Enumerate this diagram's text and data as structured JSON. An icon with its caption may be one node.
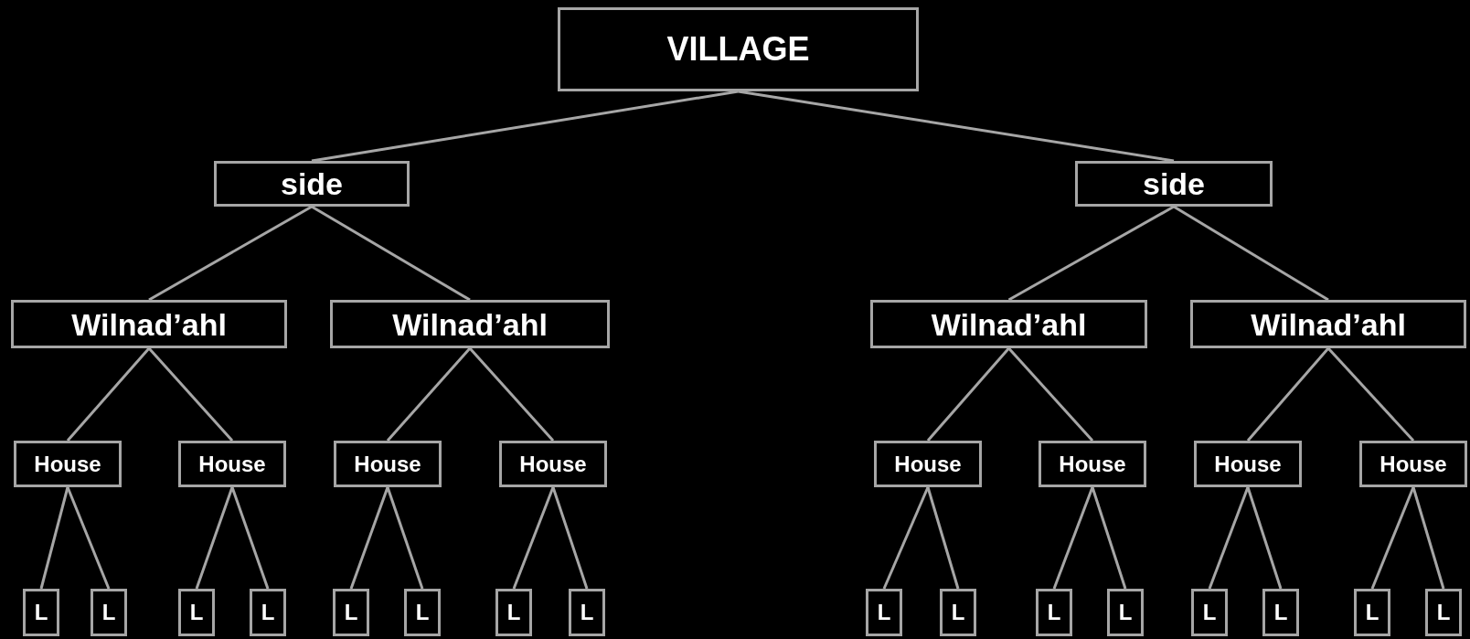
{
  "diagram": {
    "nodes": [
      {
        "text": [
          "VILLAGE"
        ]
      },
      {
        "text": [
          "side"
        ]
      },
      {
        "text": [
          "side"
        ]
      },
      {
        "text": [
          "Wilnad’ahl"
        ]
      },
      {
        "text": [
          "Wilnad’ahl"
        ]
      },
      {
        "text": [
          "Wilnad’ahl"
        ]
      },
      {
        "text": [
          "Wilnad’ahl"
        ]
      },
      {
        "text": [
          "House"
        ]
      },
      {
        "text": [
          "House"
        ]
      },
      {
        "text": [
          "House"
        ]
      },
      {
        "text": [
          "House"
        ]
      },
      {
        "text": [
          "House"
        ]
      },
      {
        "text": [
          "House"
        ]
      },
      {
        "text": [
          "House"
        ]
      },
      {
        "text": [
          "House"
        ]
      },
      {
        "text": [
          "L"
        ]
      },
      {
        "text": [
          "L"
        ]
      },
      {
        "text": [
          "L"
        ]
      },
      {
        "text": [
          "L"
        ]
      },
      {
        "text": [
          "L"
        ]
      },
      {
        "text": [
          "L"
        ]
      },
      {
        "text": [
          "L"
        ]
      },
      {
        "text": [
          "L"
        ]
      },
      {
        "text": [
          "L"
        ]
      },
      {
        "text": [
          "L"
        ]
      },
      {
        "text": [
          "L"
        ]
      },
      {
        "text": [
          "L"
        ]
      },
      {
        "text": [
          "L"
        ]
      },
      {
        "text": [
          "L"
        ]
      },
      {
        "text": [
          "L"
        ]
      },
      {
        "text": [
          "L"
        ]
      }
    ],
    "edges": [
      {
        "from": 0,
        "to": 1,
        "arrow": "none"
      },
      {
        "from": 0,
        "to": 2,
        "arrow": "none"
      },
      {
        "from": 1,
        "to": 3,
        "arrow": "none"
      },
      {
        "from": 1,
        "to": 4,
        "arrow": "none"
      },
      {
        "from": 2,
        "to": 5,
        "arrow": "none"
      },
      {
        "from": 2,
        "to": 6,
        "arrow": "none"
      },
      {
        "from": 3,
        "to": 7,
        "arrow": "none"
      },
      {
        "from": 3,
        "to": 8,
        "arrow": "none"
      },
      {
        "from": 4,
        "to": 9,
        "arrow": "none"
      },
      {
        "from": 4,
        "to": 10,
        "arrow": "none"
      },
      {
        "from": 5,
        "to": 11,
        "arrow": "none"
      },
      {
        "from": 5,
        "to": 12,
        "arrow": "none"
      },
      {
        "from": 6,
        "to": 13,
        "arrow": "none"
      },
      {
        "from": 6,
        "to": 14,
        "arrow": "none"
      },
      {
        "from": 7,
        "to": 15,
        "arrow": "none"
      },
      {
        "from": 7,
        "to": 16,
        "arrow": "none"
      },
      {
        "from": 8,
        "to": 17,
        "arrow": "none"
      },
      {
        "from": 8,
        "to": 18,
        "arrow": "none"
      },
      {
        "from": 9,
        "to": 19,
        "arrow": "none"
      },
      {
        "from": 9,
        "to": 20,
        "arrow": "none"
      },
      {
        "from": 10,
        "to": 21,
        "arrow": "none"
      },
      {
        "from": 10,
        "to": 22,
        "arrow": "none"
      },
      {
        "from": 11,
        "to": 23,
        "arrow": "none"
      },
      {
        "from": 11,
        "to": 24,
        "arrow": "none"
      },
      {
        "from": 12,
        "to": 25,
        "arrow": "none"
      },
      {
        "from": 12,
        "to": 26,
        "arrow": "none"
      },
      {
        "from": 13,
        "to": 27,
        "arrow": "none"
      },
      {
        "from": 13,
        "to": 28,
        "arrow": "none"
      },
      {
        "from": 14,
        "to": 29,
        "arrow": "none"
      },
      {
        "from": 14,
        "to": 30,
        "arrow": "none"
      }
    ]
  }
}
